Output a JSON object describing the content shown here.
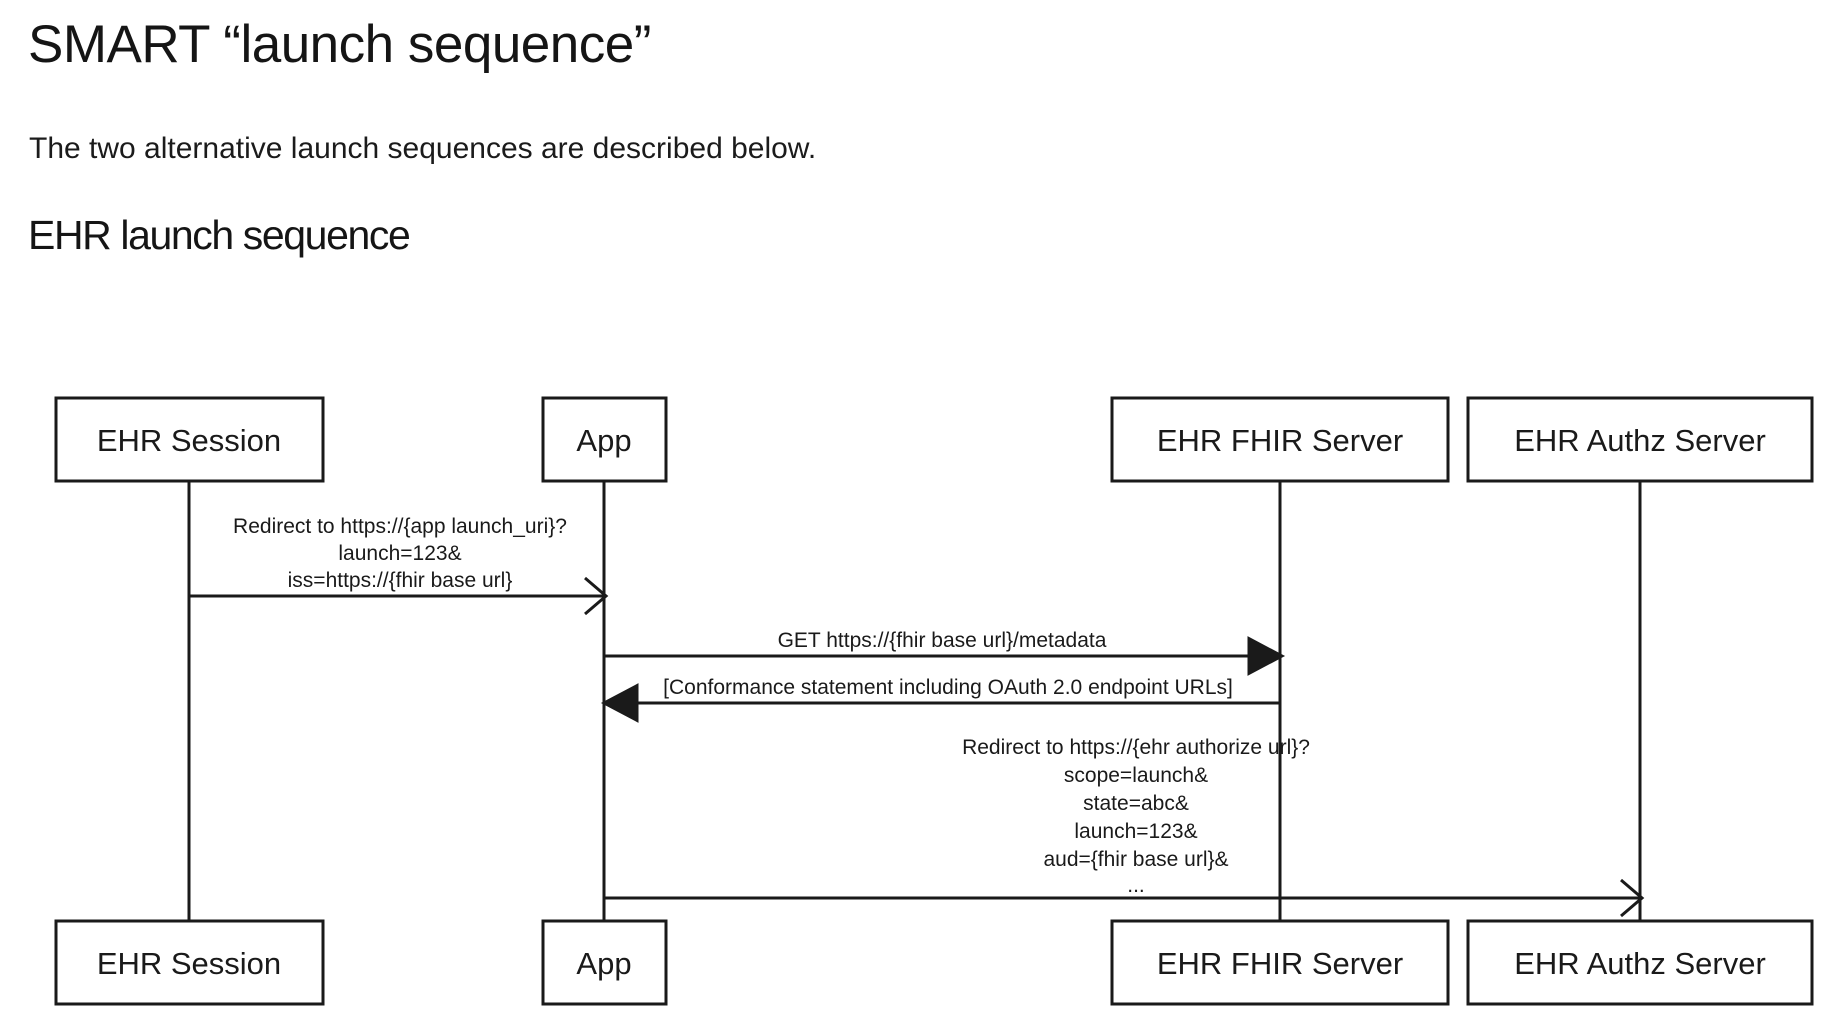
{
  "document": {
    "title": "SMART “launch sequence”",
    "paragraph": "The two alternative launch sequences are described below.",
    "subtitle": "EHR launch sequence"
  },
  "diagram": {
    "type": "uml-sequence-diagram",
    "name": "ehr-launch-sequence",
    "actors": [
      {
        "id": "ehr-session",
        "label": "EHR Session"
      },
      {
        "id": "app",
        "label": "App"
      },
      {
        "id": "ehr-fhir-server",
        "label": "EHR FHIR Server"
      },
      {
        "id": "ehr-authz-server",
        "label": "EHR Authz Server"
      }
    ],
    "messages": [
      {
        "id": "msg-redirect-launch",
        "from": "ehr-session",
        "to": "app",
        "arrow": "open",
        "direction": "right",
        "lines": [
          "Redirect to https://{app launch_uri}?",
          "launch=123&",
          "iss=https://{fhir base url}"
        ]
      },
      {
        "id": "msg-get-metadata",
        "from": "app",
        "to": "ehr-fhir-server",
        "arrow": "filled",
        "direction": "right",
        "lines": [
          "GET https://{fhir base url}/metadata"
        ]
      },
      {
        "id": "msg-conformance-statement",
        "from": "ehr-fhir-server",
        "to": "app",
        "arrow": "filled",
        "direction": "left",
        "lines": [
          "[Conformance statement including OAuth 2.0 endpoint URLs]"
        ]
      },
      {
        "id": "msg-redirect-authorize",
        "from": "app",
        "to": "ehr-authz-server",
        "arrow": "open",
        "direction": "right",
        "lines": [
          "Redirect to https://{ehr authorize url}?",
          "scope=launch&",
          "state=abc&",
          "launch=123&",
          "aud={fhir base url}&",
          "..."
        ]
      }
    ],
    "colors": {
      "stroke": "#1a1a1a",
      "fill": "#ffffff",
      "text": "#1a1a1a",
      "background": "#ffffff"
    }
  }
}
